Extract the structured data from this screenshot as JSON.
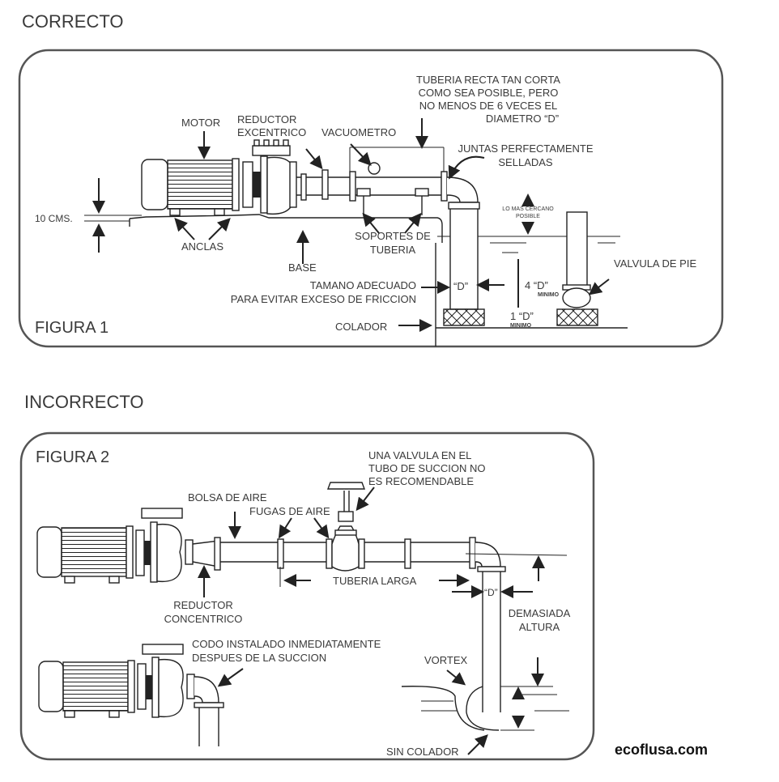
{
  "sections": {
    "correct": {
      "heading": "CORRECTO",
      "figure_label": "FIGURA 1",
      "labels": {
        "straight_pipe": [
          "TUBERIA RECTA TAN CORTA",
          "COMO SEA POSIBLE, PERO",
          "NO MENOS DE 6 VECES EL",
          "DIAMETRO “D”"
        ],
        "motor": "MOTOR",
        "eccentric_reducer": [
          "REDUCTOR",
          "EXCENTRICO"
        ],
        "vacuum_gauge": "VACUOMETRO",
        "sealed_joints": [
          "JUNTAS PERFECTAMENTE",
          "SELLADAS"
        ],
        "ten_cms": "10 CMS.",
        "anchors": "ANCLAS",
        "base": "BASE",
        "pipe_supports": [
          "SOPORTES DE",
          "TUBERIA"
        ],
        "closest_possible": [
          "LO MAS CERCANO",
          "POSIBLE"
        ],
        "foot_valve": "VALVULA DE PIE",
        "adequate_size": [
          "TAMANO ADECUADO",
          "PARA EVITAR EXCESO DE FRICCION"
        ],
        "d_mark": "“D”",
        "four_d": "4 “D”",
        "one_d": "1 “D”",
        "minimum": "MINIMO",
        "strainer": "COLADOR"
      }
    },
    "incorrect": {
      "heading": "INCORRECTO",
      "figure_label": "FIGURA 2",
      "labels": {
        "valve_in_suction": [
          "UNA VALVULA EN EL",
          "TUBO DE SUCCION NO",
          "ES RECOMENDABLE"
        ],
        "air_pocket": "BOLSA DE AIRE",
        "air_leaks": "FUGAS DE AIRE",
        "long_pipe": "TUBERIA LARGA",
        "d_mark": "“D”",
        "concentric_reducer": [
          "REDUCTOR",
          "CONCENTRICO"
        ],
        "too_high": [
          "DEMASIADA",
          "ALTURA"
        ],
        "elbow_installed": [
          "CODO INSTALADO INMEDIATAMENTE",
          "DESPUES DE LA SUCCION"
        ],
        "vortex": "VORTEX",
        "no_strainer": "SIN COLADOR"
      }
    }
  },
  "brand": "ecoflusa.com"
}
